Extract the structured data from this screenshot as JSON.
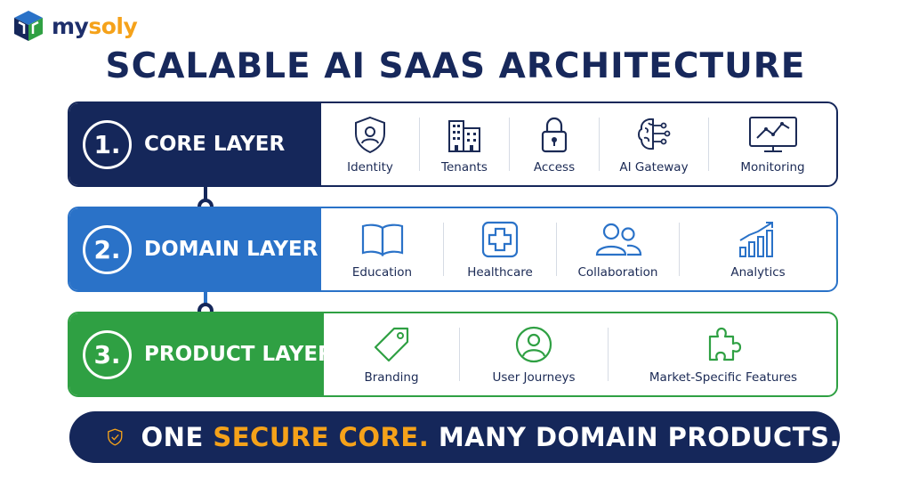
{
  "brand": {
    "prefix": "my",
    "suffix": "soly"
  },
  "title": "SCALABLE AI SAAS ARCHITECTURE",
  "layers": [
    {
      "number": "1.",
      "name": "CORE LAYER",
      "color": "#15275a",
      "items": [
        {
          "label": "Identity",
          "icon": "shield-user-icon"
        },
        {
          "label": "Tenants",
          "icon": "buildings-icon"
        },
        {
          "label": "Access",
          "icon": "lock-icon"
        },
        {
          "label": "AI Gateway",
          "icon": "ai-brain-icon"
        },
        {
          "label": "Monitoring",
          "icon": "monitor-chart-icon"
        }
      ]
    },
    {
      "number": "2.",
      "name": "DOMAIN LAYER",
      "color": "#2a72c8",
      "items": [
        {
          "label": "Education",
          "icon": "book-icon"
        },
        {
          "label": "Healthcare",
          "icon": "medical-cross-icon"
        },
        {
          "label": "Collaboration",
          "icon": "users-icon"
        },
        {
          "label": "Analytics",
          "icon": "bar-chart-icon"
        }
      ]
    },
    {
      "number": "3.",
      "name": "PRODUCT LAYER",
      "color": "#2fa043",
      "items": [
        {
          "label": "Branding",
          "icon": "tag-icon"
        },
        {
          "label": "User Journeys",
          "icon": "user-circle-icon"
        },
        {
          "label": "Market-Specific Features",
          "icon": "puzzle-icon"
        }
      ]
    }
  ],
  "banner": {
    "part1": "ONE ",
    "highlight": "SECURE CORE.",
    "part2": " MANY DOMAIN PRODUCTS.",
    "icon": "shield-check-icon",
    "accent": "#f5a21a"
  }
}
